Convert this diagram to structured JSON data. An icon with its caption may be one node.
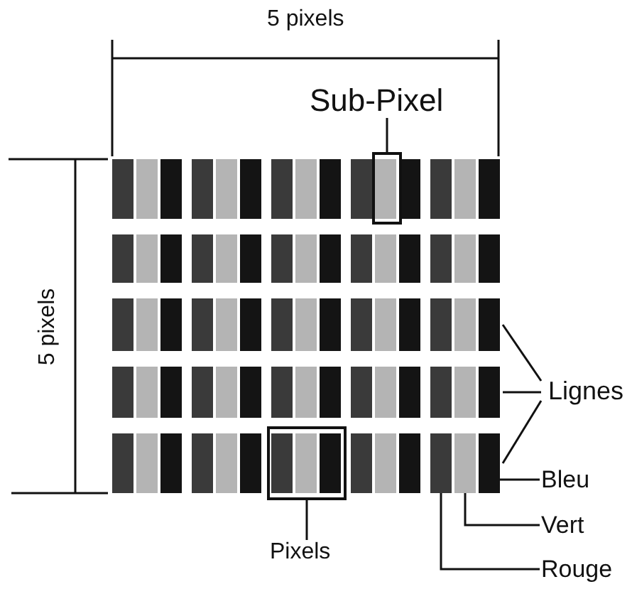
{
  "diagram": {
    "nodes": [
      {
        "text": [
          "Sub-Pixel"
        ]
      },
      {
        "text": [],
        "shape": "box"
      },
      {
        "text": [],
        "shape": "bar"
      },
      {
        "text": [],
        "shape": "bar"
      },
      {
        "text": [],
        "shape": "bar"
      },
      {
        "text": [],
        "shape": "bar"
      },
      {
        "text": [],
        "shape": "bar"
      },
      {
        "text": [
          "Lignes"
        ]
      },
      {
        "text": [],
        "shape": "box"
      },
      {
        "text": [],
        "shape": "bar",
        "in": 6
      },
      {
        "text": [],
        "shape": "bar",
        "in": 6
      },
      {
        "text": [],
        "shape": "bar",
        "in": 6
      },
      {
        "text": [
          "Pixels"
        ]
      },
      {
        "text": [
          "Bleu"
        ]
      },
      {
        "text": [
          "Vert"
        ]
      },
      {
        "text": [
          "Rouge"
        ]
      }
    ],
    "edges": [
      {
        "from": 0,
        "to": 1,
        "arrow": "none"
      },
      {
        "from": 7,
        "to": 4,
        "arrow": "none"
      },
      {
        "from": 7,
        "to": 5,
        "arrow": "none"
      },
      {
        "from": 7,
        "to": 6,
        "arrow": "none"
      },
      {
        "from": 13,
        "to": 11,
        "arrow": "none"
      },
      {
        "from": 12,
        "to": 8,
        "arrow": "none"
      },
      {
        "from": 14,
        "to": 10,
        "arrow": "none"
      },
      {
        "from": 15,
        "to": 9,
        "arrow": "none"
      }
    ],
    "labels": [
      "5 pixels",
      "5 pixels"
    ]
  }
}
